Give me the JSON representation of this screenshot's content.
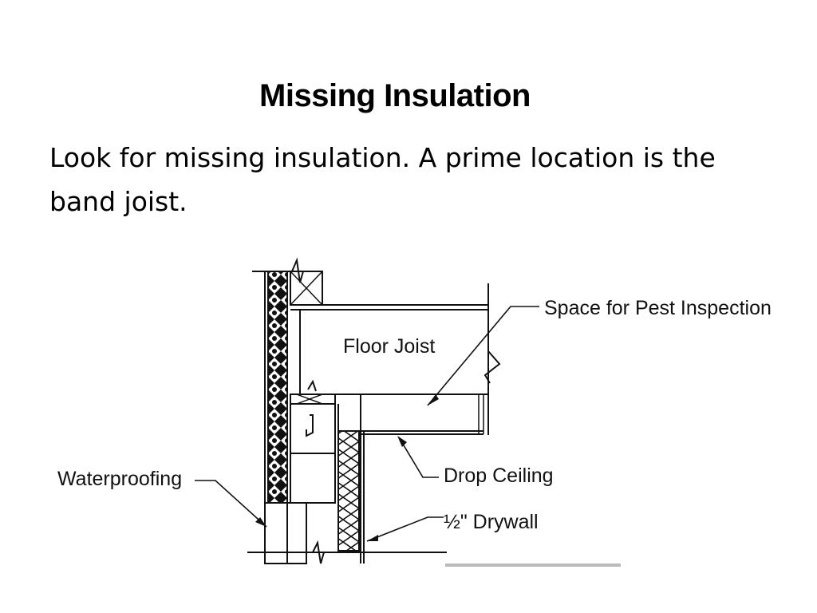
{
  "slide": {
    "title": "Missing Insulation",
    "body": "Look for missing insulation.  A prime location is the band joist."
  },
  "diagram": {
    "labels": {
      "pest_space": "Space for Pest Inspection",
      "floor_joist": "Floor Joist",
      "waterproofing": "Waterproofing",
      "drop_ceiling": "Drop Ceiling",
      "drywall": "½\"  Drywall"
    }
  }
}
